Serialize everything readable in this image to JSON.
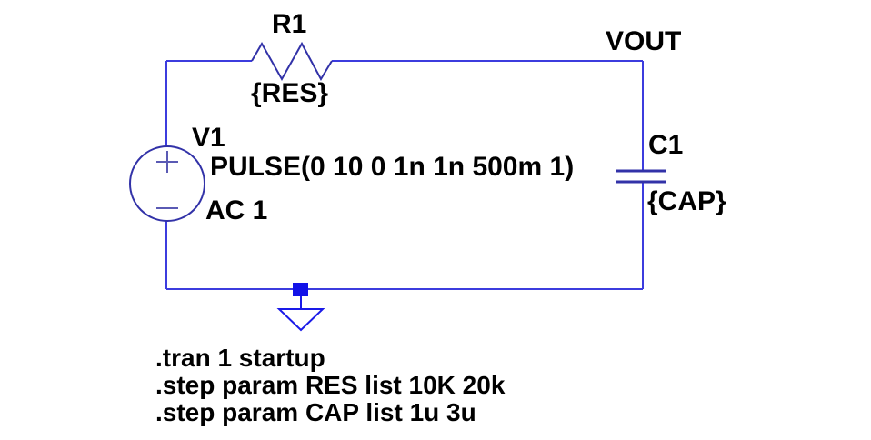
{
  "app": {
    "type": "spice-schematic-editor",
    "background": "#ffffff"
  },
  "colors": {
    "background": "#ffffff",
    "wire": "#3c3cde",
    "component_outline": "#3232a8",
    "polarity": "#5a5ab4",
    "junction_fill": "#1212e8",
    "ground": "#1a1ae8",
    "label_text": "#000000"
  },
  "schematic": {
    "resistor": {
      "ref": "R1",
      "value": "{RES}"
    },
    "source": {
      "ref": "V1",
      "value": "PULSE(0 10 0 1n 1n 500m 1)",
      "ac_value": "AC 1"
    },
    "capacitor": {
      "ref": "C1",
      "value": "{CAP}"
    },
    "net_label": "VOUT"
  },
  "directives": {
    "lines": [
      ".tran 1 startup",
      ".step param RES list 10K 20k",
      ".step param CAP list 1u 3u"
    ]
  }
}
